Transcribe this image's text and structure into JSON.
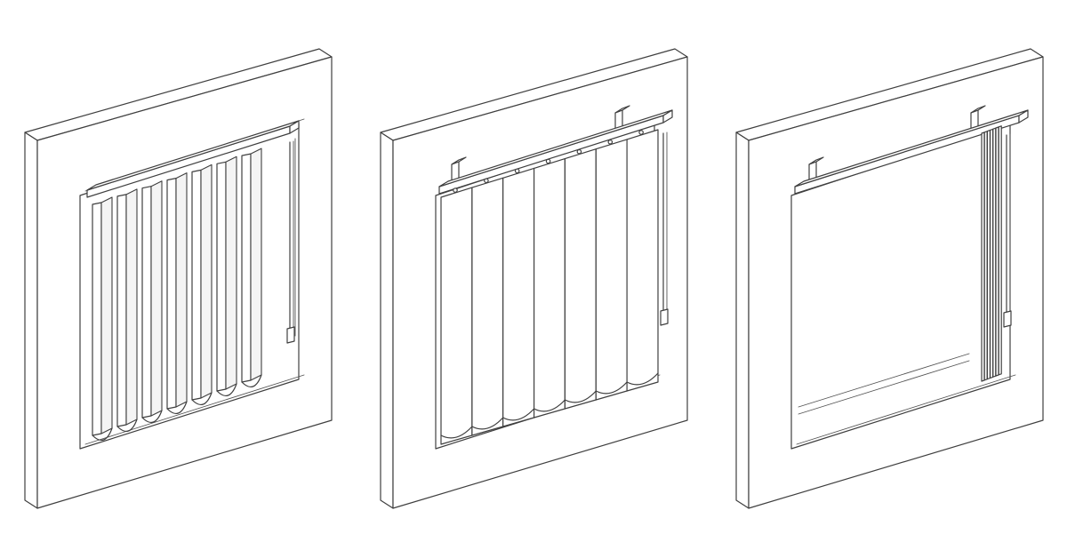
{
  "figure": {
    "panels": [
      {
        "state": "open",
        "slat_count": 7,
        "icon": "vertical-blind-open-icon"
      },
      {
        "state": "closed",
        "slat_count": 7,
        "icon": "vertical-blind-closed-icon"
      },
      {
        "state": "stacked",
        "slat_count": 7,
        "icon": "vertical-blind-stacked-icon"
      }
    ],
    "colors": {
      "background": "#ffffff",
      "line": "#3f3f3f",
      "fill": "#ffffff"
    }
  }
}
